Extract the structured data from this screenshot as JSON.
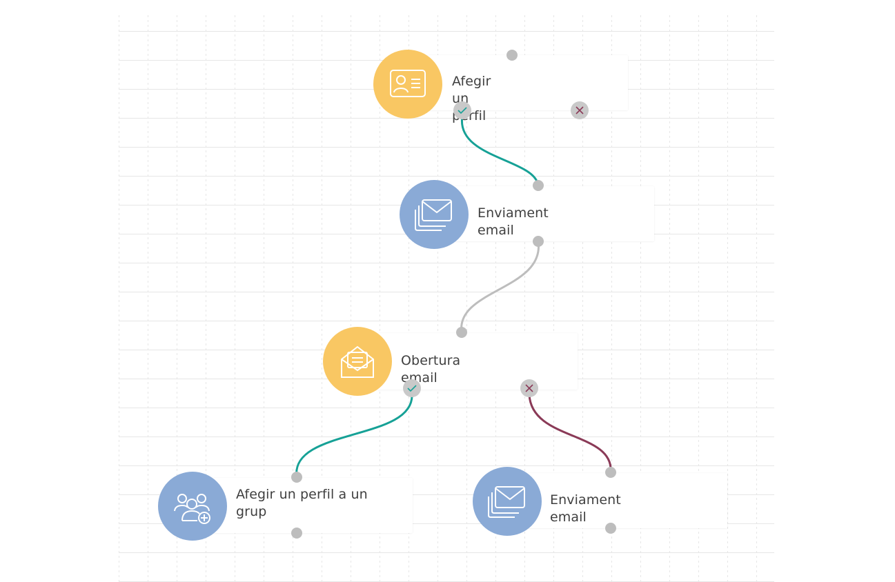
{
  "colors": {
    "yellow": "#f9c763",
    "blue": "#8aaad6",
    "teal": "#16a196",
    "maroon": "#8a3a57",
    "grey_link": "#bdbdbd"
  },
  "nodes": [
    {
      "id": "add-profile",
      "label": "Afegir un perfil",
      "icon": "contact-card-icon",
      "color": "yellow"
    },
    {
      "id": "send-email-1",
      "label": "Enviament email",
      "icon": "mail-stack-icon",
      "color": "blue"
    },
    {
      "id": "open-email",
      "label": "Obertura email",
      "icon": "open-envelope-icon",
      "color": "yellow"
    },
    {
      "id": "add-profile-group",
      "label": "Afegir un perfil a un grup",
      "icon": "add-group-icon",
      "color": "blue"
    },
    {
      "id": "send-email-2",
      "label": "Enviament email",
      "icon": "mail-stack-icon",
      "color": "blue"
    }
  ],
  "edges": [
    {
      "from": "add-profile",
      "to": "send-email-1",
      "type": "yes"
    },
    {
      "from": "send-email-1",
      "to": "open-email",
      "type": "default"
    },
    {
      "from": "open-email",
      "to": "add-profile-group",
      "type": "yes"
    },
    {
      "from": "open-email",
      "to": "send-email-2",
      "type": "no"
    }
  ],
  "icons": {
    "yes": "check-icon",
    "no": "cross-icon"
  }
}
